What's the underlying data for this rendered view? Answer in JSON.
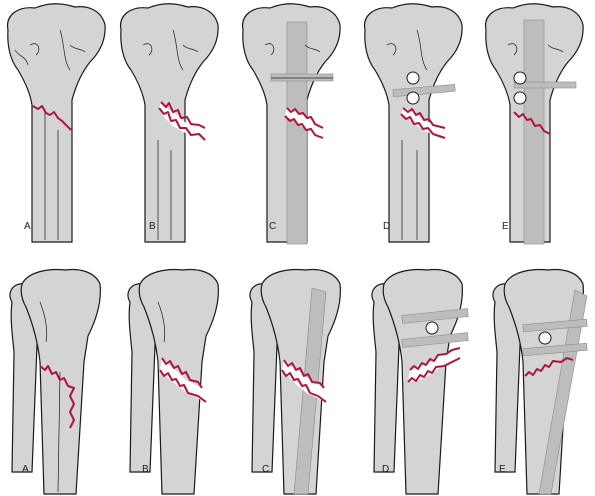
{
  "colors": {
    "bone_fill": "#d4d4d4",
    "bone_outline": "#1a1a1a",
    "fracture": "#b0143a",
    "implant": "#bdbdbd",
    "background": "#ffffff"
  },
  "rows": [
    {
      "view": "anterior",
      "panels": [
        {
          "label": "A",
          "implant": "none"
        },
        {
          "label": "B",
          "implant": "none"
        },
        {
          "label": "C",
          "implant": "intramedullary nail with transverse screw"
        },
        {
          "label": "D",
          "implant": "two proximal interlocking screws"
        },
        {
          "label": "E",
          "implant": "intramedullary nail with interlocking screws"
        }
      ]
    },
    {
      "view": "lateral",
      "panels": [
        {
          "label": "A",
          "implant": "none"
        },
        {
          "label": "B",
          "implant": "none"
        },
        {
          "label": "C",
          "implant": "intramedullary nail"
        },
        {
          "label": "D",
          "implant": "two proximal interlocking screws"
        },
        {
          "label": "E",
          "implant": "intramedullary nail with interlocking screws"
        }
      ]
    }
  ]
}
